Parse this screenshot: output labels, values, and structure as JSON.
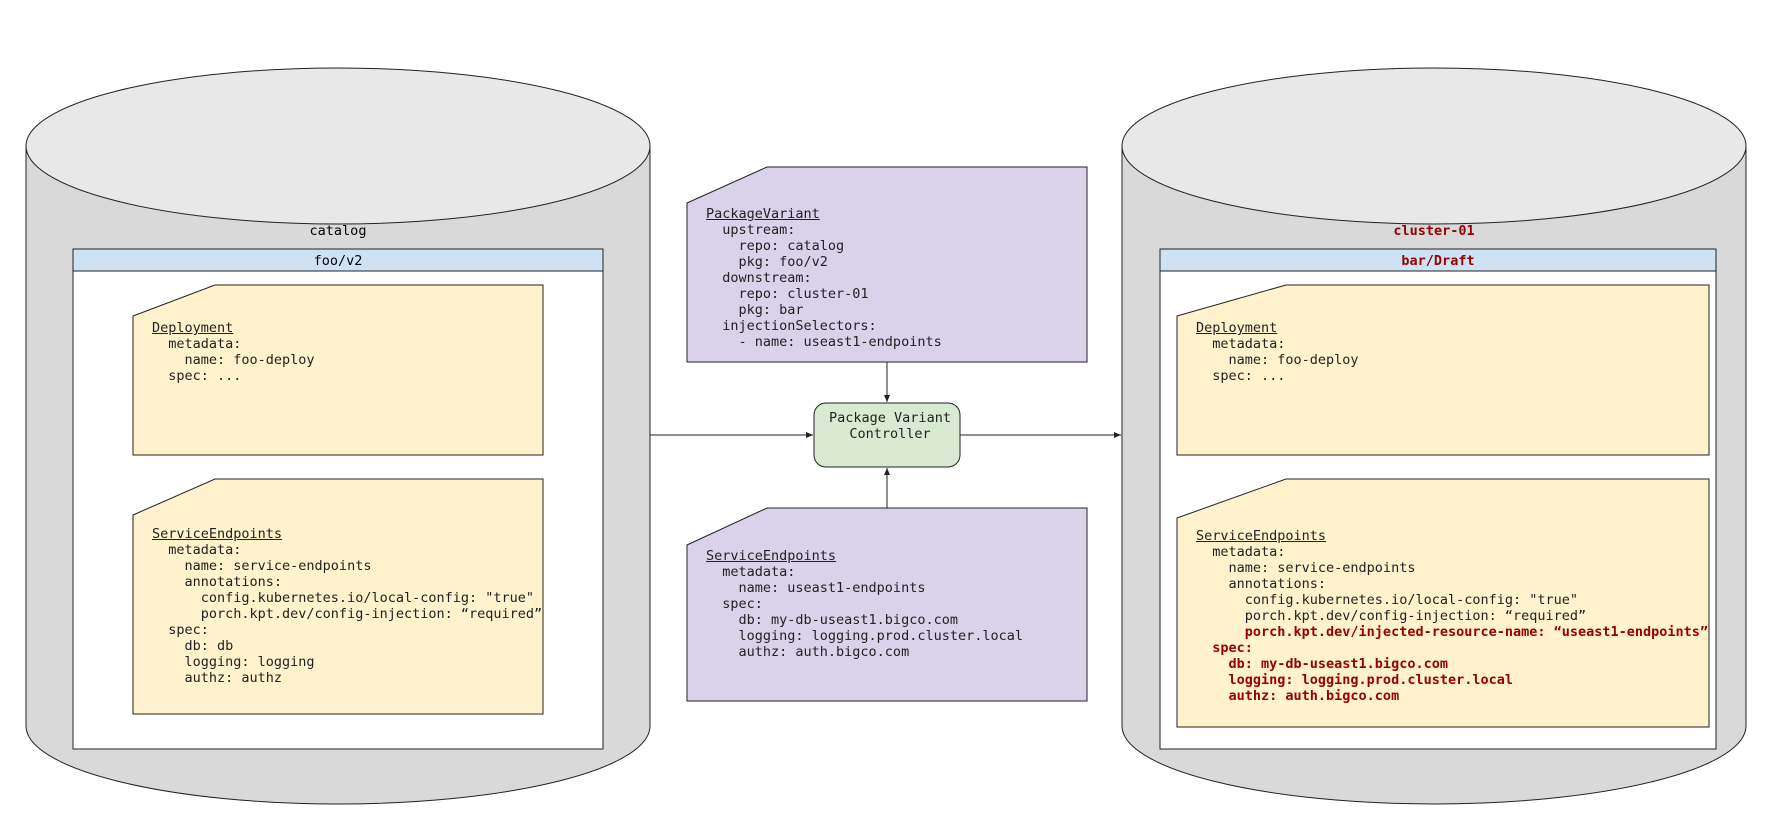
{
  "repositories": {
    "left": {
      "name": "catalog",
      "package": "foo/v2"
    },
    "right": {
      "name": "cluster-01",
      "package": "bar/Draft"
    }
  },
  "controller": {
    "label_lines": [
      "Package Variant",
      "Controller"
    ]
  },
  "resources": {
    "left_deployment": [
      {
        "text": "Deployment",
        "kind": true
      },
      {
        "text": "  metadata:"
      },
      {
        "text": "    name: foo-deploy"
      },
      {
        "text": "  spec: ..."
      }
    ],
    "left_service_endpoints": [
      {
        "text": "ServiceEndpoints",
        "kind": true
      },
      {
        "text": "  metadata:"
      },
      {
        "text": "    name: service-endpoints"
      },
      {
        "text": "    annotations:"
      },
      {
        "text": "      config.kubernetes.io/local-config: \"true\""
      },
      {
        "text": "      porch.kpt.dev/config-injection: “required”"
      },
      {
        "text": "  spec:"
      },
      {
        "text": "    db: db"
      },
      {
        "text": "    logging: logging"
      },
      {
        "text": "    authz: authz"
      }
    ],
    "package_variant": [
      {
        "text": "PackageVariant",
        "kind": true
      },
      {
        "text": "  upstream:"
      },
      {
        "text": "    repo: catalog"
      },
      {
        "text": "    pkg: foo/v2"
      },
      {
        "text": "  downstream:"
      },
      {
        "text": "    repo: cluster-01"
      },
      {
        "text": "    pkg: bar"
      },
      {
        "text": "  injectionSelectors:"
      },
      {
        "text": "    - name: useast1-endpoints"
      }
    ],
    "injected_service_endpoints": [
      {
        "text": "ServiceEndpoints",
        "kind": true
      },
      {
        "text": "  metadata:"
      },
      {
        "text": "    name: useast1-endpoints"
      },
      {
        "text": "  spec:"
      },
      {
        "text": "    db: my-db-useast1.bigco.com"
      },
      {
        "text": "    logging: logging.prod.cluster.local"
      },
      {
        "text": "    authz: auth.bigco.com"
      }
    ],
    "right_deployment": [
      {
        "text": "Deployment",
        "kind": true
      },
      {
        "text": "  metadata:"
      },
      {
        "text": "    name: foo-deploy"
      },
      {
        "text": "  spec: ..."
      }
    ],
    "right_service_endpoints": [
      {
        "text": "ServiceEndpoints",
        "kind": true
      },
      {
        "text": "  metadata:"
      },
      {
        "text": "    name: service-endpoints"
      },
      {
        "text": "    annotations:"
      },
      {
        "text": "      config.kubernetes.io/local-config: \"true\""
      },
      {
        "text": "      porch.kpt.dev/config-injection: “required”"
      },
      {
        "text": "      porch.kpt.dev/injected-resource-name: “useast1-endpoints”",
        "highlight": true
      },
      {
        "text": "  spec:",
        "highlight": true
      },
      {
        "text": "    db: my-db-useast1.bigco.com",
        "highlight": true
      },
      {
        "text": "    logging: logging.prod.cluster.local",
        "highlight": true
      },
      {
        "text": "    authz: auth.bigco.com",
        "highlight": true
      }
    ]
  },
  "colors": {
    "cylinder_fill": "#d9d9d9",
    "cylinder_top": "#e8e8e8",
    "package_header": "#cfe2f3",
    "resource_yellow": "#fff2cc",
    "resource_purple": "#d9d2e9",
    "controller_green": "#d9ead3",
    "highlight_red": "#990000"
  }
}
